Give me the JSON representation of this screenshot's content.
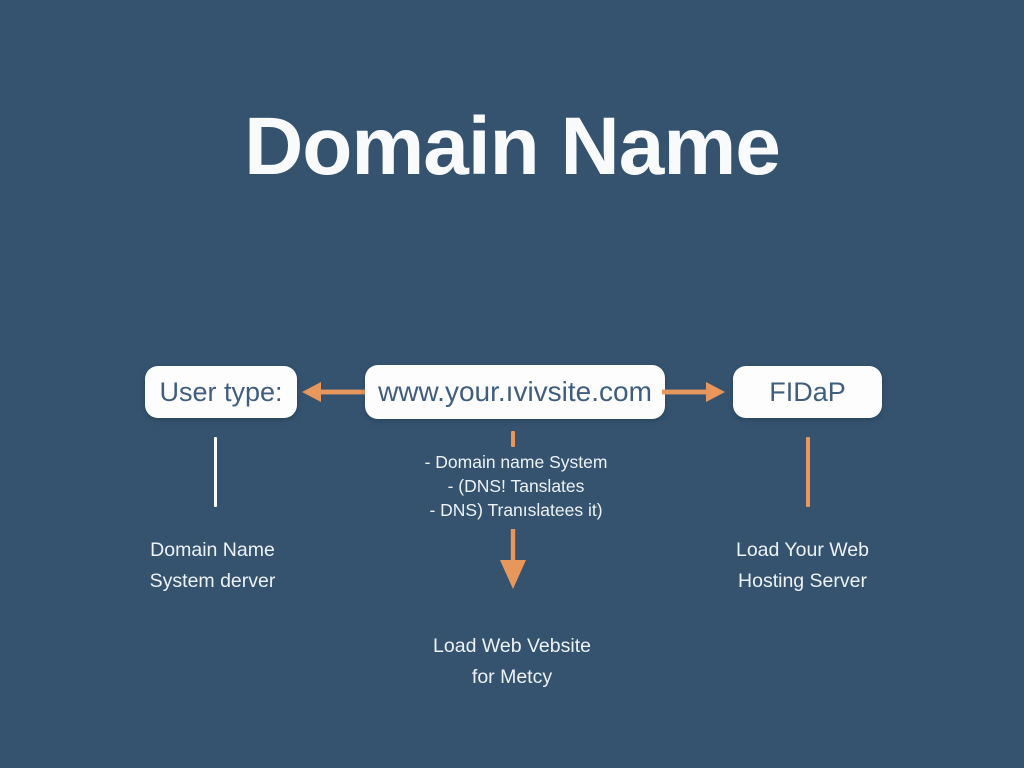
{
  "title": "Domain Name",
  "colors": {
    "background": "#35536F",
    "box_background": "#FDFDFE",
    "box_text": "#3F5E7E",
    "arrow_orange": "#E8975C",
    "light_text": "#EDF2F6",
    "white_line": "#F8FAFC"
  },
  "boxes": {
    "left": {
      "label": "User type:"
    },
    "center": {
      "label": "www.your.ıvivsite.com"
    },
    "right": {
      "label": "FIDaP"
    }
  },
  "notes": {
    "line1": "- Domain name System",
    "line2": "- (DNS! Tanslates",
    "line3": "- DNS) Tranıslatees it)"
  },
  "captions": {
    "left": {
      "line1": "Domain Name",
      "line2": "System derver"
    },
    "right": {
      "line1": "Load Your Web",
      "line2": "Hosting Server"
    },
    "bottom": {
      "line1": "Load Web Vebsite",
      "line2": "for Metcy"
    }
  }
}
